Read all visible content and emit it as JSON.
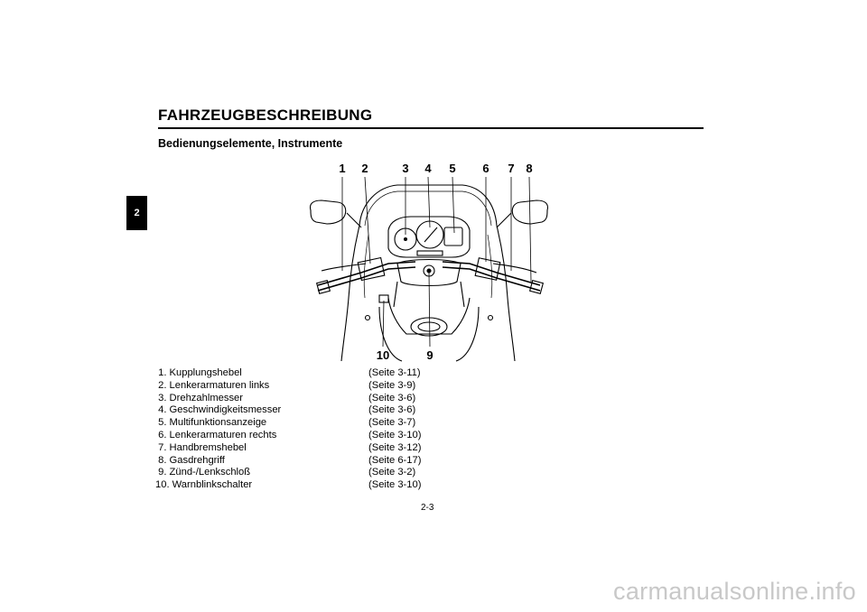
{
  "header": {
    "title": "FAHRZEUGBESCHREIBUNG"
  },
  "chapter_tab": "2",
  "section_title": "Bedienungselemente, Instrumente",
  "callouts": {
    "c1": "1",
    "c2": "2",
    "c3": "3",
    "c4": "4",
    "c5": "5",
    "c6": "6",
    "c7": "7",
    "c8": "8",
    "c9": "9",
    "c10": "10"
  },
  "parts": [
    {
      "name": " 1. Kupplungshebel",
      "page": "(Seite 3-11)"
    },
    {
      "name": " 2. Lenkerarmaturen links",
      "page": "(Seite 3-9)"
    },
    {
      "name": " 3. Drehzahlmesser",
      "page": "(Seite 3-6)"
    },
    {
      "name": " 4. Geschwindigkeitsmesser",
      "page": "(Seite 3-6)"
    },
    {
      "name": " 5. Multifunktionsanzeige",
      "page": "(Seite 3-7)"
    },
    {
      "name": " 6. Lenkerarmaturen rechts",
      "page": "(Seite 3-10)"
    },
    {
      "name": " 7. Handbremshebel",
      "page": "(Seite 3-12)"
    },
    {
      "name": " 8. Gasdrehgriff",
      "page": "(Seite 6-17)"
    },
    {
      "name": " 9. Zünd-/Lenkschloß",
      "page": "(Seite 3-2)"
    },
    {
      "name": "10. Warnblinkschalter",
      "page": "(Seite 3-10)"
    }
  ],
  "page_number": "2-3",
  "watermark": "carmanualsonline.info"
}
